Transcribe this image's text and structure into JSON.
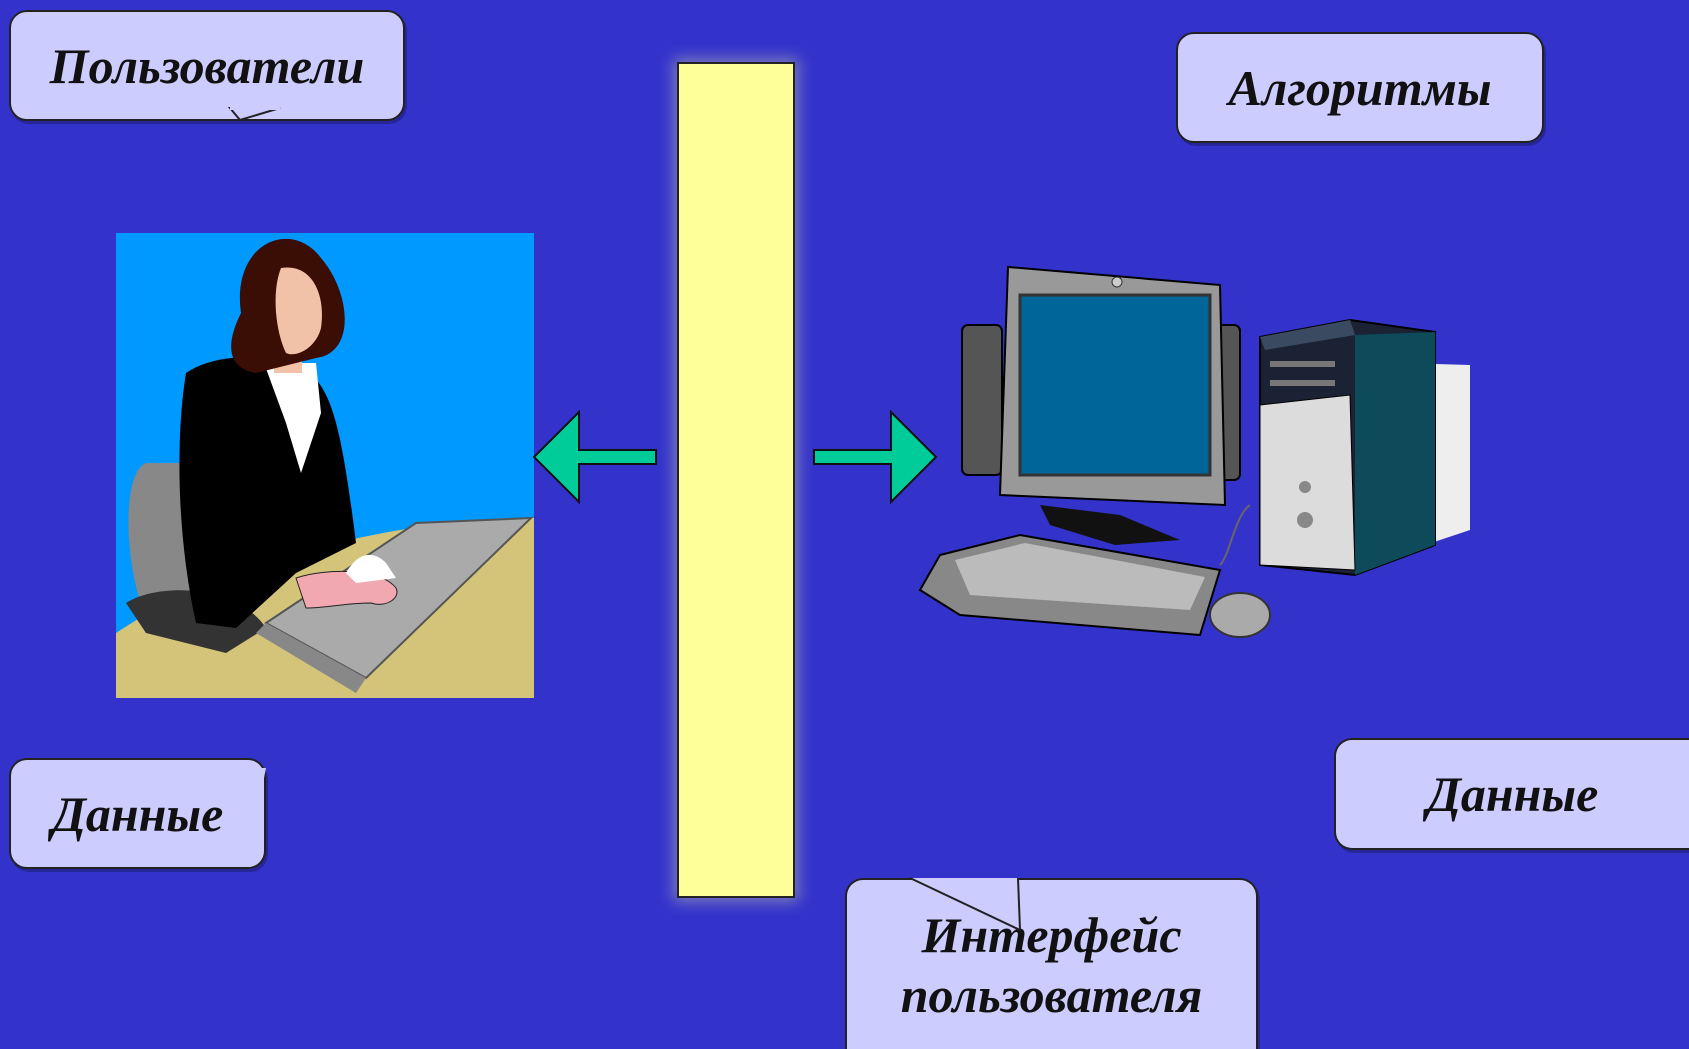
{
  "labels": {
    "users": "Пользователи",
    "algorithms": "Алгоритмы",
    "data_left": "Данные",
    "data_right": "Данные",
    "user_interface": "Интерфейс\nпользователя"
  },
  "colors": {
    "background": "#3333cc",
    "callout_fill": "#ccccff",
    "interface_panel": "#ffff99",
    "arrow": "#00cc99",
    "user_picture_bg": "#0099ff"
  },
  "icons": {
    "user": "woman-at-laptop-icon",
    "computer": "desktop-computer-icon",
    "arrow_left": "arrow-left-icon",
    "arrow_right": "arrow-right-icon"
  }
}
